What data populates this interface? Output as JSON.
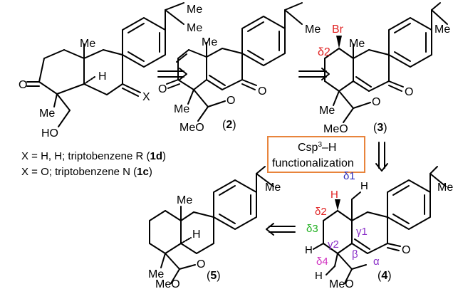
{
  "molecule_1": {
    "labels": {
      "me": "Me",
      "me2": "Me",
      "o": "O",
      "ho": "HO",
      "h": "H",
      "x": "X",
      "ipr_me1": "Me",
      "ipr_me2": "Me"
    },
    "caption_line1_prefix": "X = H, H; triptobenzene R (",
    "caption_line1_bold": "1d",
    "caption_line1_suffix": ")",
    "caption_line2_prefix": "X = O; triptobenzene N (",
    "caption_line2_bold": "1c",
    "caption_line2_suffix": ")"
  },
  "molecule_2": {
    "labels": {
      "me": "Me",
      "me2": "Me",
      "o1": "O",
      "o2": "O",
      "ester_o": "O",
      "meo": "MeO",
      "ipr_me": "Me"
    },
    "id_prefix": "(",
    "id_bold": "2",
    "id_suffix": ")"
  },
  "molecule_3": {
    "labels": {
      "br": "Br",
      "delta2": "δ2",
      "me": "Me",
      "me2": "Me",
      "o": "O",
      "ester_o": "O",
      "meo": "MeO",
      "ipr_me": "Me"
    },
    "id_prefix": "(",
    "id_bold": "3",
    "id_suffix": ")"
  },
  "molecule_4": {
    "labels": {
      "delta1": "δ1",
      "delta2": "δ2",
      "delta3": "δ3",
      "delta4": "δ4",
      "gamma1": "γ1",
      "gamma2": "γ2",
      "beta": "β",
      "alpha": "α",
      "h1": "H",
      "h2": "H",
      "h3": "H",
      "h4": "H",
      "o": "O",
      "meo": "MeO",
      "ipr_me": "Me"
    },
    "id_prefix": "(",
    "id_bold": "4",
    "id_suffix": ")"
  },
  "molecule_5": {
    "labels": {
      "me": "Me",
      "me2": "Me",
      "h": "H",
      "o": "O",
      "meo": "MeO",
      "ipr_me": "Me"
    },
    "id_prefix": "(",
    "id_bold": "5",
    "id_suffix": ")"
  },
  "box": {
    "line1_main": "Csp",
    "line1_sup": "3",
    "line1_end": "–H",
    "line2": "functionalization"
  },
  "colors": {
    "delta1": "#2b2bb8",
    "delta2": "#e02020",
    "delta3": "#22b022",
    "delta4": "#d030c0",
    "gamma": "#8a30c8",
    "alpha_beta": "#8a30c8",
    "box_border": "#e8843c",
    "br": "#e02020"
  }
}
